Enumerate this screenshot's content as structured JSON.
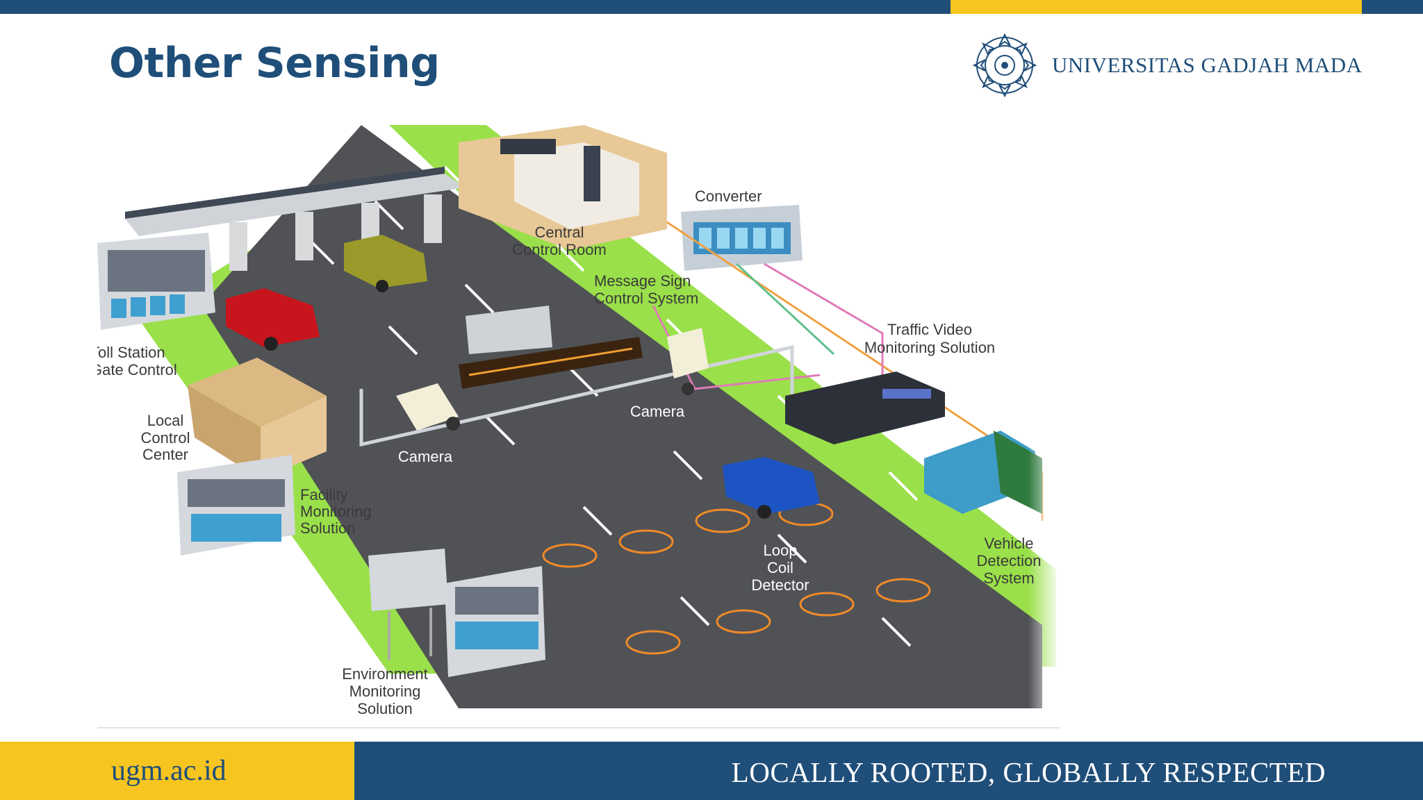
{
  "colors": {
    "navy": "#1f4e79",
    "gold": "#f7c520",
    "road": "#505256",
    "grass": "#9ae04a",
    "cable": "#f0a040",
    "loop": "#f08a28"
  },
  "header": {
    "title": "Other Sensing",
    "university": "UNIVERSITAS GADJAH MADA",
    "logo_icon": "ugm-seal-icon"
  },
  "diagram": {
    "labels": {
      "converter": "Converter",
      "central_1": "Central",
      "central_2": "Control Room",
      "msg_1": "Message Sign",
      "msg_2": "Control System",
      "video_1": "Traffic Video",
      "video_2": "Monitoring Solution",
      "toll_1": "Toll Station",
      "toll_2": "Gate Control",
      "local_1": "Local",
      "local_2": "Control",
      "local_3": "Center",
      "camera_left": "Camera",
      "camera_right": "Camera",
      "facility_1": "Facility",
      "facility_2": "Monitoring",
      "facility_3": "Solution",
      "loop_1": "Loop",
      "loop_2": "Coil",
      "loop_3": "Detector",
      "vehicle_1": "Vehicle",
      "vehicle_2": "Detection",
      "vehicle_3": "System",
      "env_1": "Environment",
      "env_2": "Monitoring",
      "env_3": "Solution"
    }
  },
  "footer": {
    "url": "ugm.ac.id",
    "slogan": "LOCALLY ROOTED, GLOBALLY RESPECTED"
  }
}
